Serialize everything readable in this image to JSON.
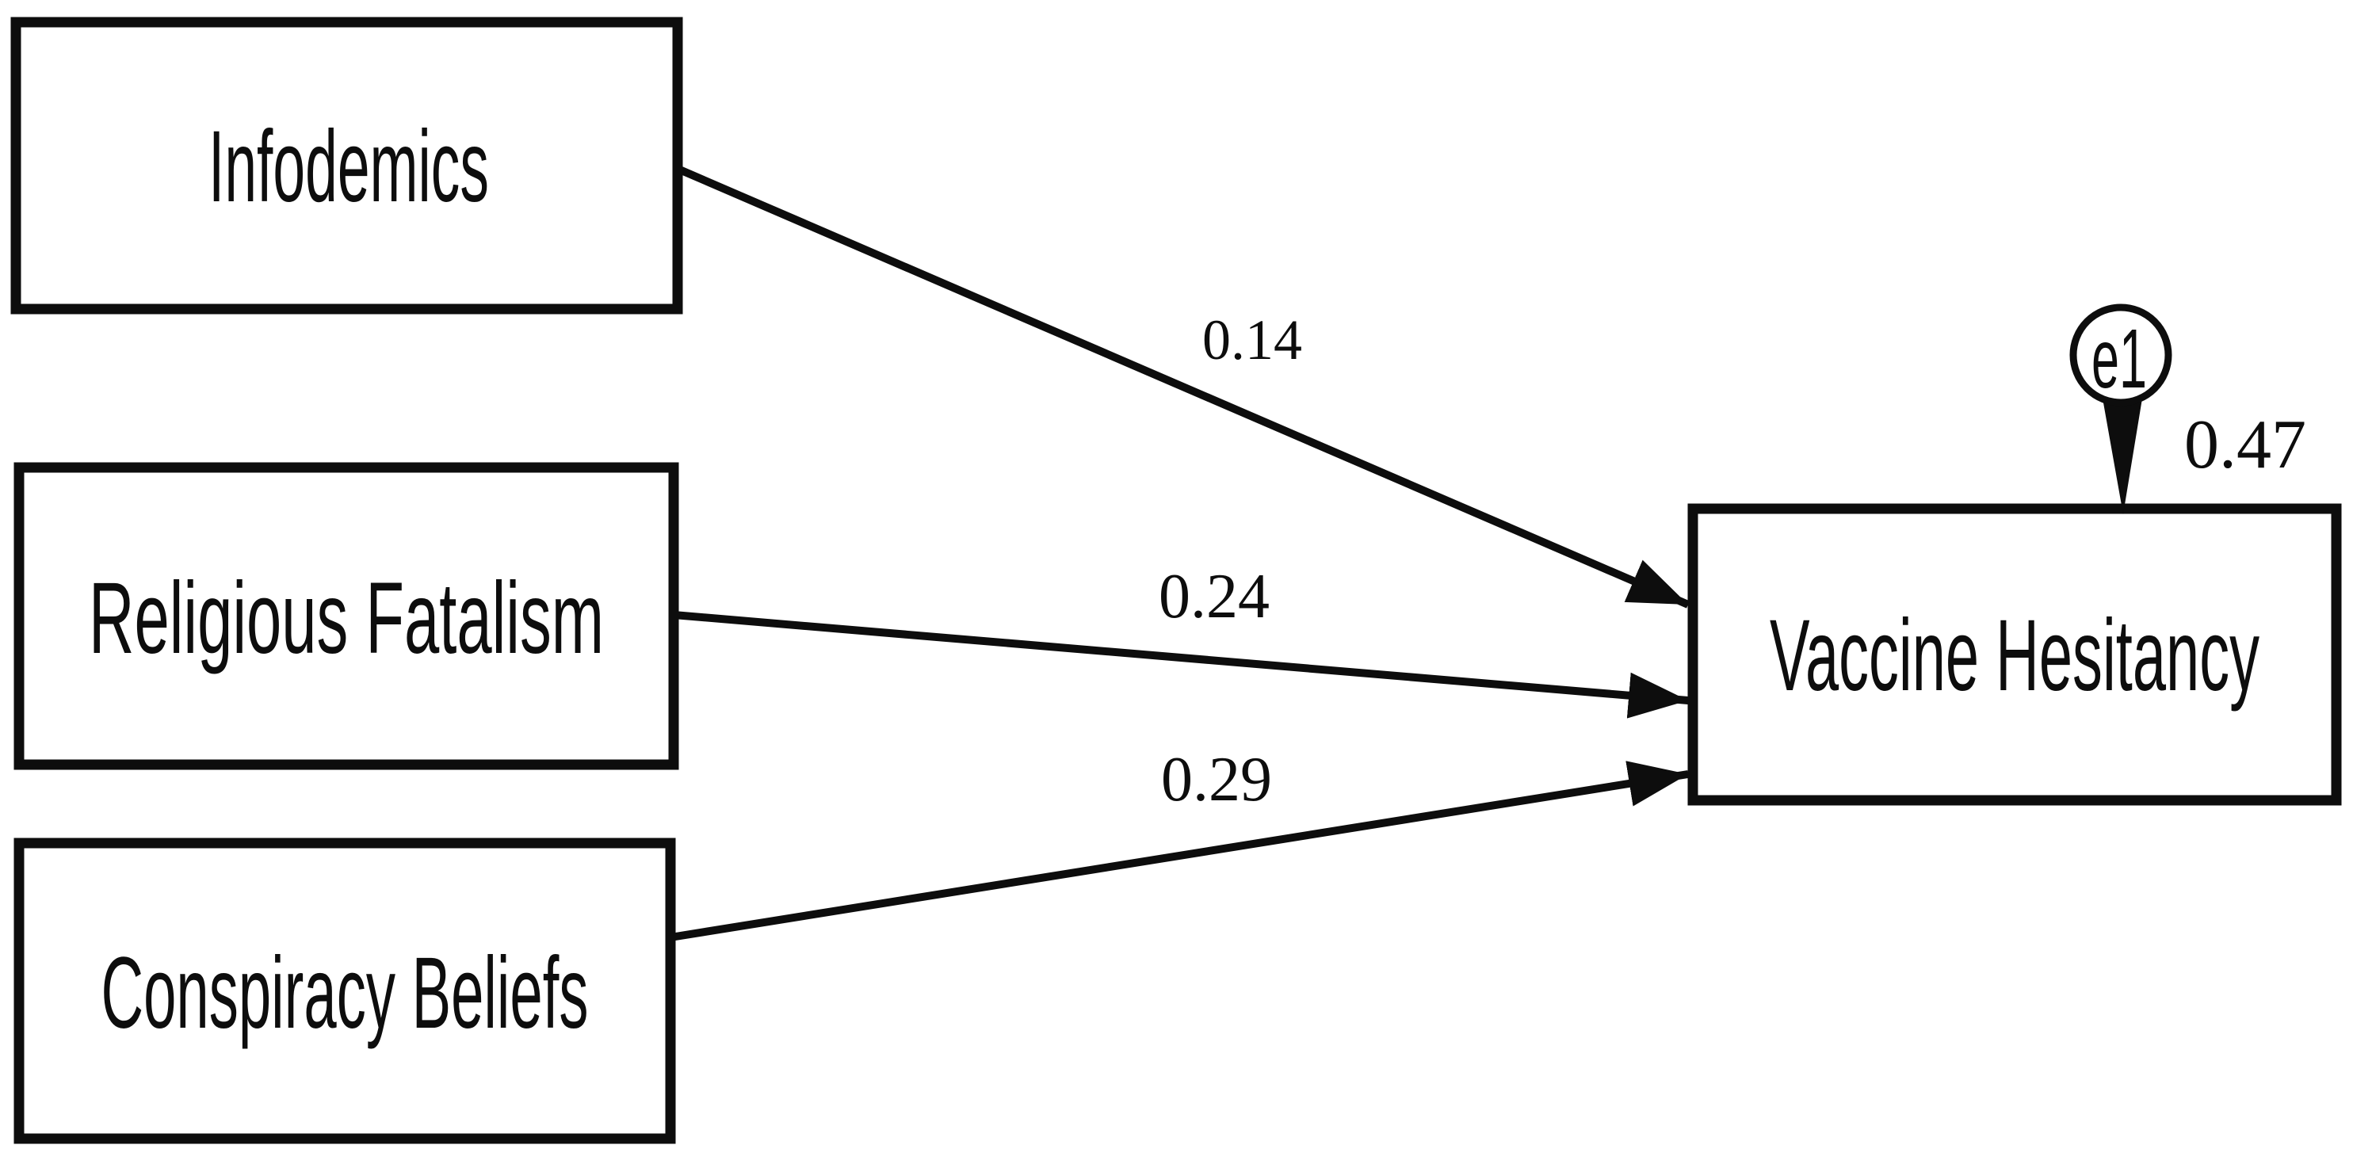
{
  "colors": {
    "ink": "#0d0d0d",
    "box_fill": "#ffffff",
    "background": "#ffffff"
  },
  "predictors": [
    {
      "label": "Infodemics",
      "coefficient": "0.14"
    },
    {
      "label": "Religious Fatalism",
      "coefficient": "0.24"
    },
    {
      "label": "Conspiracy Beliefs",
      "coefficient": "0.29"
    }
  ],
  "outcome": {
    "label": "Vaccine Hesitancy"
  },
  "error_term": {
    "label": "e1",
    "value": "0.47"
  }
}
